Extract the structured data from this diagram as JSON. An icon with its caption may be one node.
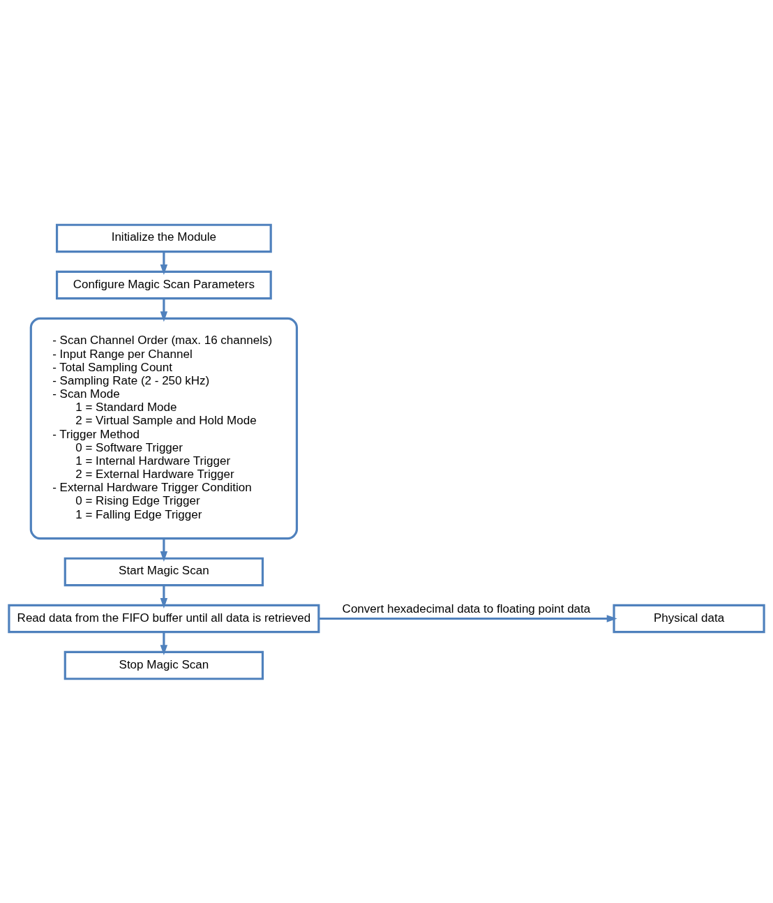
{
  "diagram": {
    "nodes": [
      {
        "text": [
          "Initialize the Module"
        ]
      },
      {
        "text": [
          "Configure Magic Scan Parameters"
        ]
      },
      {
        "text": [
          "- Scan Channel Order (max. 16 channels)",
          "- Input Range per Channel",
          "- Total Sampling Count",
          "- Sampling Rate (2 - 250 kHz)",
          "- Scan Mode",
          "1 = Standard Mode",
          "2 = Virtual Sample and Hold Mode",
          "- Trigger Method",
          "0 = Software Trigger",
          "1 = Internal Hardware Trigger",
          "2 = External Hardware Trigger",
          "- External Hardware Trigger Condition",
          "0 = Rising Edge Trigger",
          "1 = Falling Edge Trigger"
        ]
      },
      {
        "text": [
          "Start Magic Scan"
        ]
      },
      {
        "text": [
          "Read data from the FIFO buffer until all data is retrieved"
        ]
      },
      {
        "text": [
          "Physical data"
        ]
      },
      {
        "text": [
          "Stop Magic Scan"
        ]
      }
    ],
    "edges": [
      {
        "from": 0,
        "to": 1,
        "arrow": "to"
      },
      {
        "from": 1,
        "to": 2,
        "arrow": "to"
      },
      {
        "from": 2,
        "to": 3,
        "arrow": "to"
      },
      {
        "from": 3,
        "to": 4,
        "arrow": "to"
      },
      {
        "from": 4,
        "to": 5,
        "arrow": "to",
        "label": "Convert hexadecimal data to floating point data"
      },
      {
        "from": 4,
        "to": 6,
        "arrow": "to"
      }
    ]
  }
}
